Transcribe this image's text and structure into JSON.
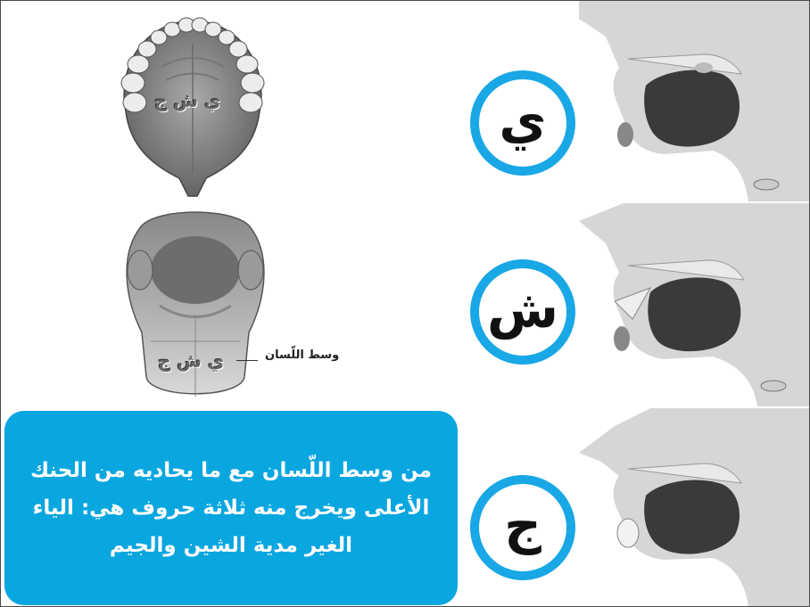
{
  "letters": [
    {
      "char": "ي",
      "accent": "#19a7e6"
    },
    {
      "char": "ش",
      "accent": "#19a7e6"
    },
    {
      "char": "ج",
      "accent": "#19a7e6"
    }
  ],
  "palate_label": "ي ش ج",
  "tongue_label": "ي ش ج",
  "tongue_caption": "وسط اللّسان",
  "description_lines": [
    "من وسط اللّسان مع ما يحاديه من الحنك",
    "الأعلى ويخرج منه ثلاثة حروف هي: الياء",
    "الغير مدية الشين والجيم"
  ],
  "colors": {
    "accent": "#19a7e6",
    "box": "#0aa6e0"
  }
}
